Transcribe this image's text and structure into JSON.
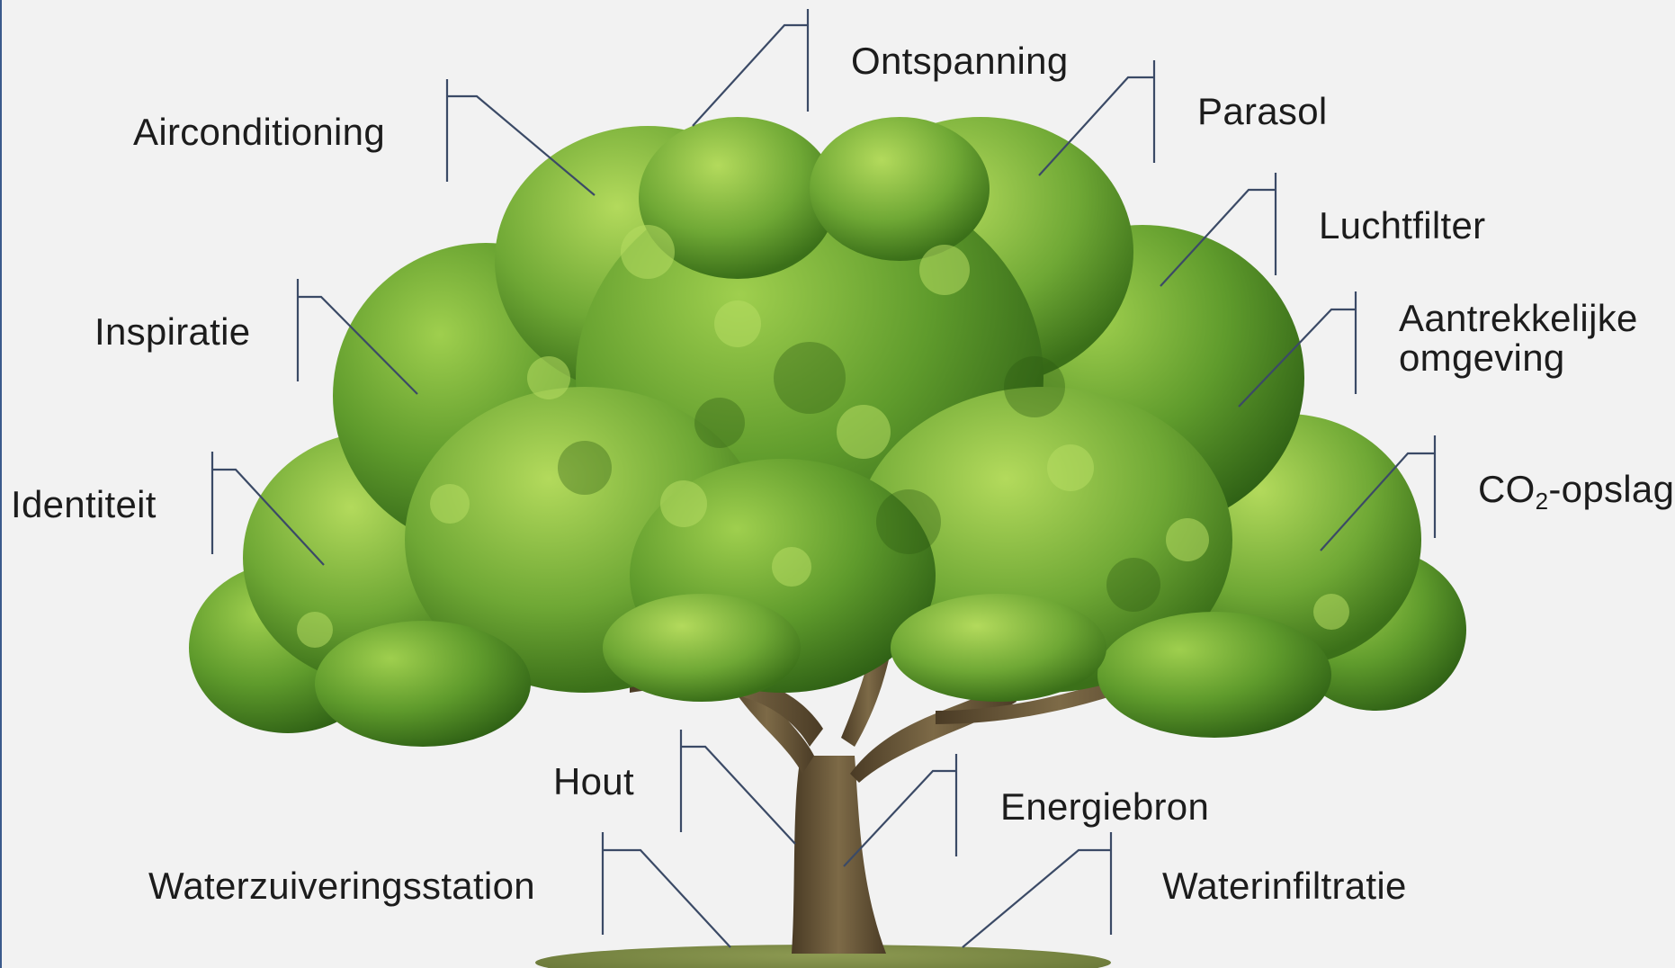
{
  "labels": {
    "ontspanning": "Ontspanning",
    "airconditioning": "Airconditioning",
    "parasol": "Parasol",
    "luchtfilter": "Luchtfilter",
    "inspiratie": "Inspiratie",
    "aantrekkelijke_line1": "Aantrekkelijke",
    "aantrekkelijke_line2": "omgeving",
    "identiteit": "Identiteit",
    "co2_prefix": "CO",
    "co2_sub": "2",
    "co2_suffix": "-opslag",
    "hout": "Hout",
    "energiebron": "Energiebron",
    "waterzuiveringsstation": "Waterzuiveringsstation",
    "waterinfiltratie": "Waterinfiltratie"
  },
  "colors": {
    "background": "#f2f2f2",
    "callout_line": "#3b4a66",
    "foliage": "#5e9a2c",
    "trunk": "#6a5636",
    "ground": "#7a8a45"
  }
}
